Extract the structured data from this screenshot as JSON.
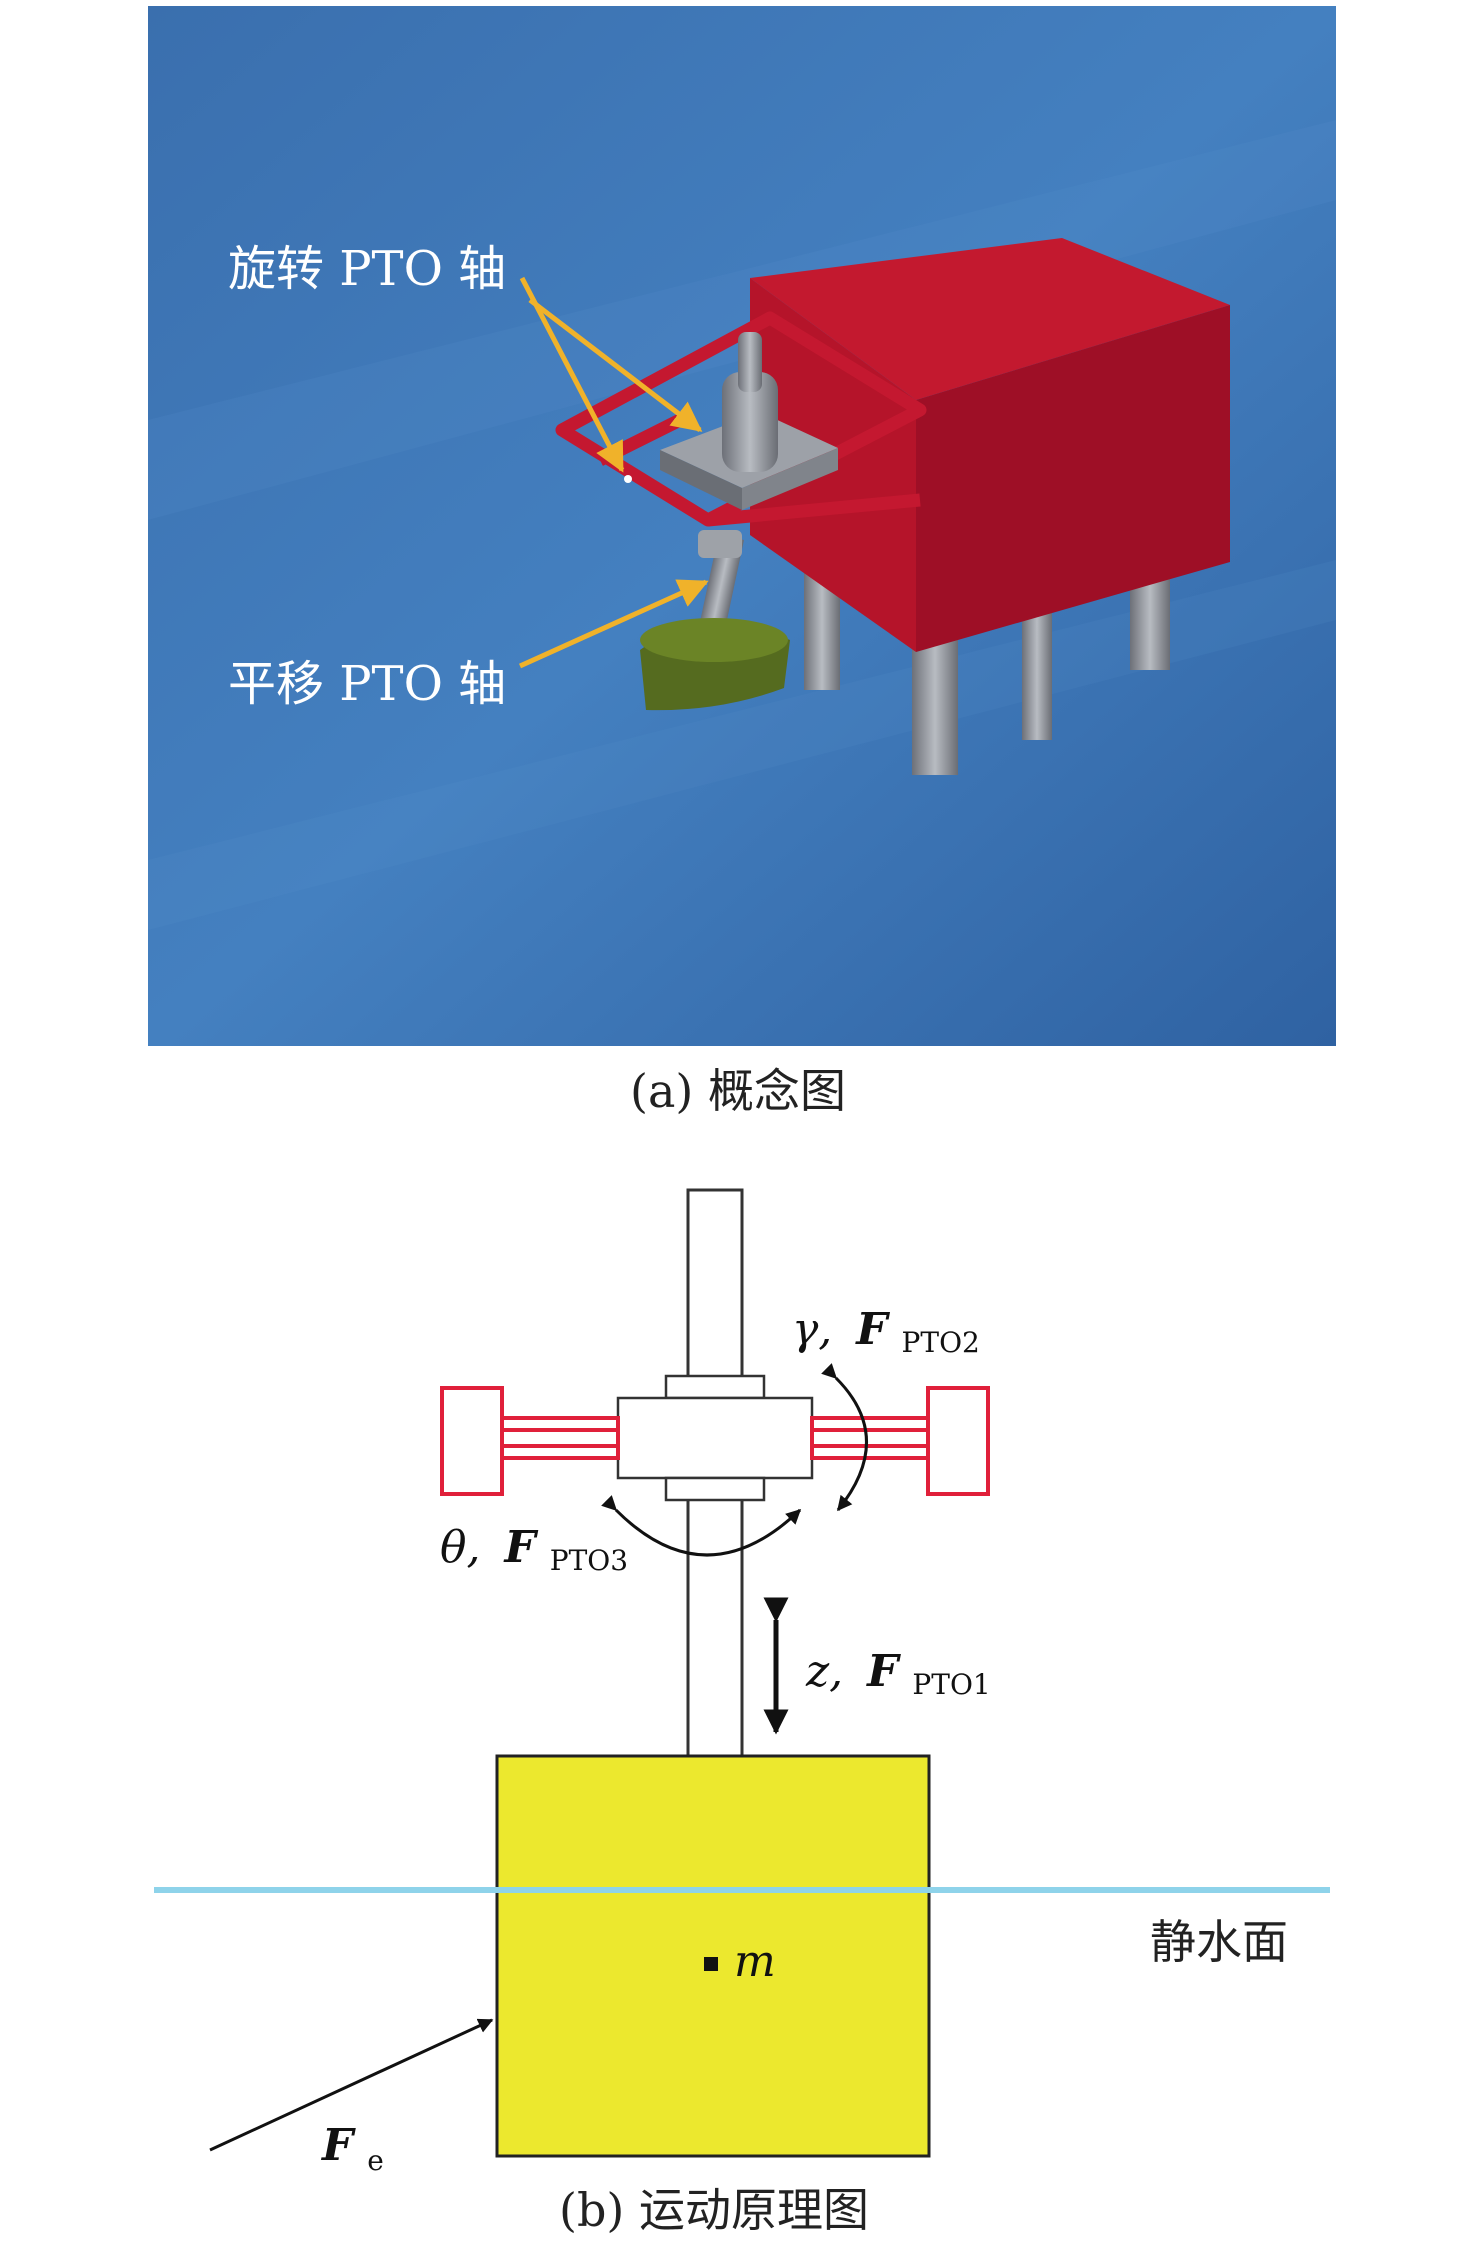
{
  "panel_a": {
    "caption": "(a) 概念图",
    "callouts": {
      "rotation_shaft": "旋转 PTO 轴",
      "translation_shaft": "平移 PTO 轴"
    },
    "colors": {
      "background": "#3f78b6",
      "housing": "#b0122a",
      "frame": "#c41830",
      "float": "#556b1f",
      "arrow": "#f0b22a"
    }
  },
  "panel_b": {
    "caption": "(b) 运动原理图",
    "water_surface_label": "静水面",
    "labels": {
      "gamma_sym": "γ,",
      "gamma_force": "F",
      "gamma_sub": "PTO2",
      "theta_sym": "θ,",
      "theta_force": "F",
      "theta_sub": "PTO3",
      "z_sym": "z,",
      "z_force": "F",
      "z_sub": "PTO1",
      "mass": "m",
      "excitation_force": "F",
      "excitation_sub": "e"
    },
    "colors": {
      "float": "#ece82e",
      "frame": "#e0203a",
      "water": "#8ed3ea"
    }
  }
}
